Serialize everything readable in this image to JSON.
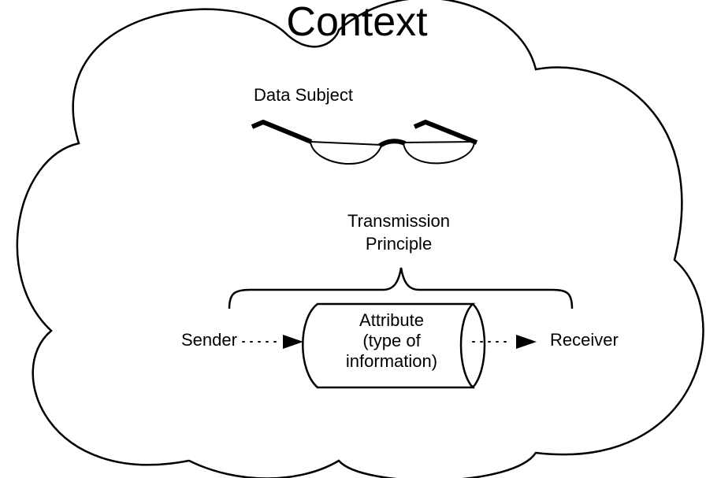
{
  "diagram": {
    "title": "Context",
    "data_subject_label": "Data Subject",
    "transmission_principle_lines": [
      "Transmission",
      "Principle"
    ],
    "attribute_lines": [
      "Attribute",
      "(type of",
      "information)"
    ],
    "sender_label": "Sender",
    "receiver_label": "Receiver",
    "icons": {
      "context": "cloud-icon",
      "data_subject": "glasses-icon",
      "transmission_principle": "curly-brace-icon",
      "attribute": "scroll-icon",
      "flow": "dotted-arrow-icon"
    }
  }
}
